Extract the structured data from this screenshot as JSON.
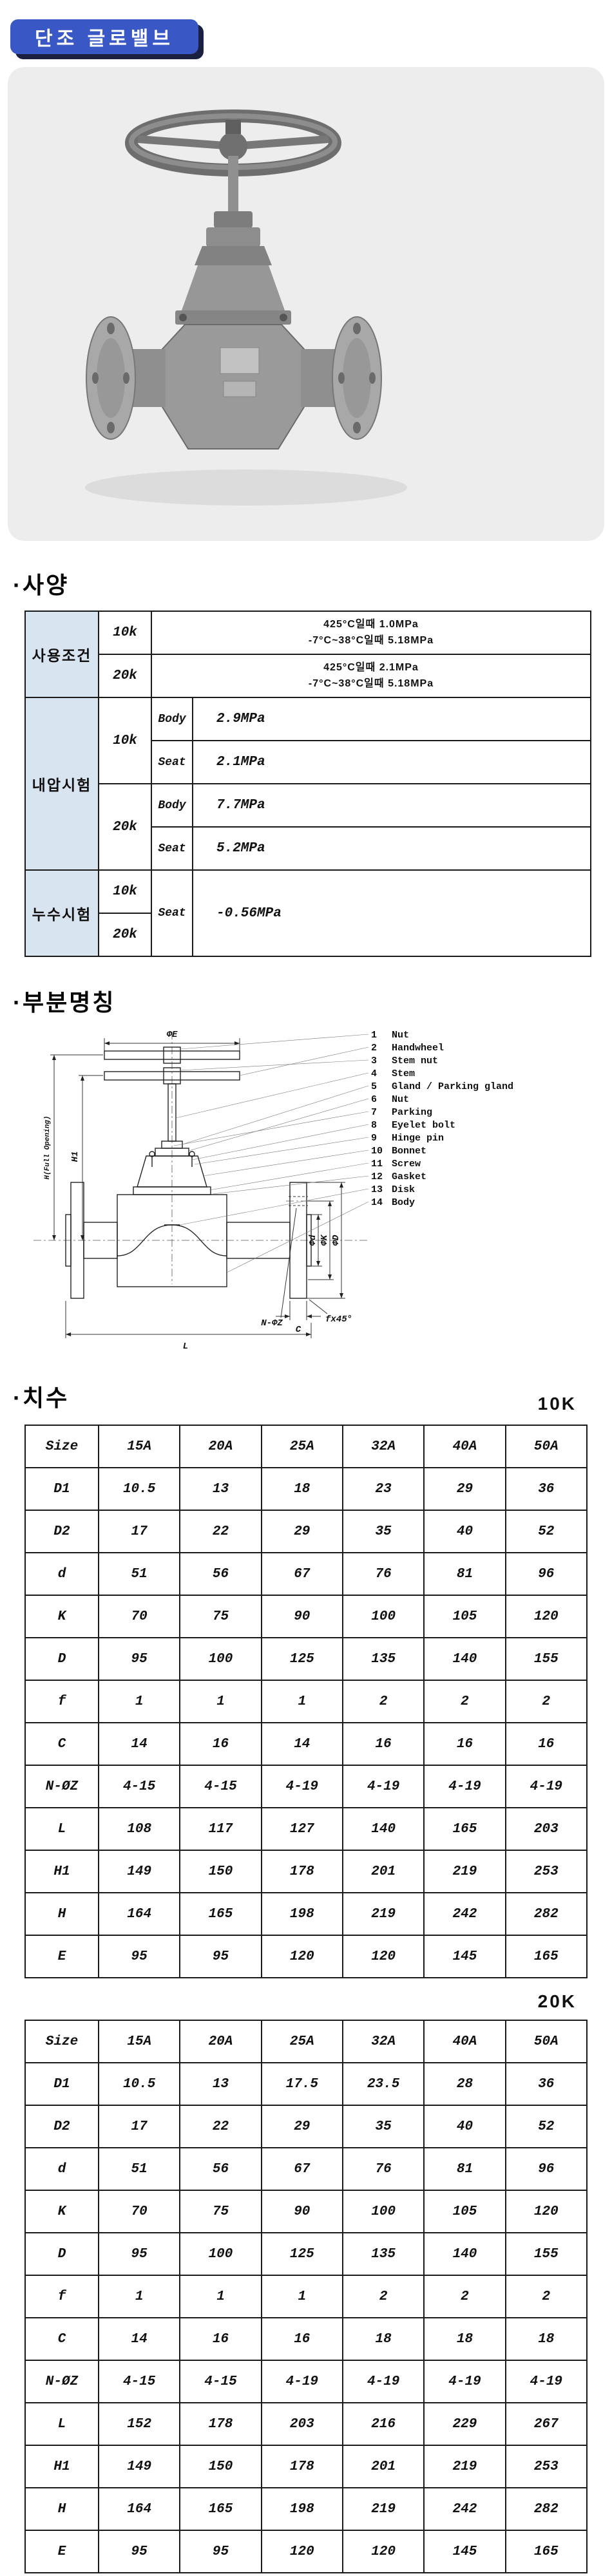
{
  "title": {
    "text": "단조 글로밸브"
  },
  "colors": {
    "title_bg": "#3a57c6",
    "title_shadow": "#1a2040",
    "panel_bg": "#ededed",
    "spec_label_bg": "#d9e4f1",
    "border": "#1a1a1a"
  },
  "spec": {
    "heading": "·사양",
    "table": {
      "operating": {
        "label": "사용조건",
        "rows": [
          {
            "cls": "10k",
            "line1": "425°C일때 1.0MPa",
            "line2": "-7°C~38°C일때 5.18MPa"
          },
          {
            "cls": "20k",
            "line1": "425°C일때 2.1MPa",
            "line2": "-7°C~38°C일때 5.18MPa"
          }
        ]
      },
      "pressure_test": {
        "label": "내압시험",
        "groups": [
          {
            "cls": "10k",
            "items": [
              {
                "part": "Body",
                "value": "2.9MPa"
              },
              {
                "part": "Seat",
                "value": "2.1MPa"
              }
            ]
          },
          {
            "cls": "20k",
            "items": [
              {
                "part": "Body",
                "value": "7.7MPa"
              },
              {
                "part": "Seat",
                "value": "5.2MPa"
              }
            ]
          }
        ]
      },
      "leak_test": {
        "label": "누수시험",
        "cls1": "10k",
        "cls2": "20k",
        "part": "Seat",
        "value": "-0.56MPa"
      }
    }
  },
  "parts": {
    "heading": "·부분명칭",
    "drawing_labels": {
      "phi_e": "ΦE",
      "h_full": "H(Full Opening)",
      "h1": "H1",
      "L": "L",
      "C": "C",
      "n_phi_z": "N-ΦZ",
      "chamfer": "fx45°",
      "phi_d": "Φd",
      "phi_k": "ΦK",
      "phi_D": "ΦD"
    },
    "list": [
      {
        "no": "1",
        "name": "Nut"
      },
      {
        "no": "2",
        "name": "Handwheel"
      },
      {
        "no": "3",
        "name": "Stem nut"
      },
      {
        "no": "4",
        "name": "Stem"
      },
      {
        "no": "5",
        "name": "Gland / Parking gland"
      },
      {
        "no": "6",
        "name": "Nut"
      },
      {
        "no": "7",
        "name": "Parking"
      },
      {
        "no": "8",
        "name": "Eyelet bolt"
      },
      {
        "no": "9",
        "name": "Hinge pin"
      },
      {
        "no": "10",
        "name": "Bonnet"
      },
      {
        "no": "11",
        "name": "Screw"
      },
      {
        "no": "12",
        "name": "Gasket"
      },
      {
        "no": "13",
        "name": "Disk"
      },
      {
        "no": "14",
        "name": "Body"
      }
    ]
  },
  "dims": {
    "heading": "·치수",
    "tables": [
      {
        "class_label": "10K",
        "columns": [
          "Size",
          "15A",
          "20A",
          "25A",
          "32A",
          "40A",
          "50A"
        ],
        "rows": [
          {
            "name": "D1",
            "values": [
              "10.5",
              "13",
              "18",
              "23",
              "29",
              "36"
            ]
          },
          {
            "name": "D2",
            "values": [
              "17",
              "22",
              "29",
              "35",
              "40",
              "52"
            ]
          },
          {
            "name": "d",
            "values": [
              "51",
              "56",
              "67",
              "76",
              "81",
              "96"
            ]
          },
          {
            "name": "K",
            "values": [
              "70",
              "75",
              "90",
              "100",
              "105",
              "120"
            ]
          },
          {
            "name": "D",
            "values": [
              "95",
              "100",
              "125",
              "135",
              "140",
              "155"
            ]
          },
          {
            "name": "f",
            "values": [
              "1",
              "1",
              "1",
              "2",
              "2",
              "2"
            ]
          },
          {
            "name": "C",
            "values": [
              "14",
              "16",
              "14",
              "16",
              "16",
              "16"
            ]
          },
          {
            "name": "N-ØZ",
            "values": [
              "4-15",
              "4-15",
              "4-19",
              "4-19",
              "4-19",
              "4-19"
            ]
          },
          {
            "name": "L",
            "values": [
              "108",
              "117",
              "127",
              "140",
              "165",
              "203"
            ]
          },
          {
            "name": "H1",
            "values": [
              "149",
              "150",
              "178",
              "201",
              "219",
              "253"
            ]
          },
          {
            "name": "H",
            "values": [
              "164",
              "165",
              "198",
              "219",
              "242",
              "282"
            ]
          },
          {
            "name": "E",
            "values": [
              "95",
              "95",
              "120",
              "120",
              "145",
              "165"
            ]
          }
        ]
      },
      {
        "class_label": "20K",
        "columns": [
          "Size",
          "15A",
          "20A",
          "25A",
          "32A",
          "40A",
          "50A"
        ],
        "rows": [
          {
            "name": "D1",
            "values": [
              "10.5",
              "13",
              "17.5",
              "23.5",
              "28",
              "36"
            ]
          },
          {
            "name": "D2",
            "values": [
              "17",
              "22",
              "29",
              "35",
              "40",
              "52"
            ]
          },
          {
            "name": "d",
            "values": [
              "51",
              "56",
              "67",
              "76",
              "81",
              "96"
            ]
          },
          {
            "name": "K",
            "values": [
              "70",
              "75",
              "90",
              "100",
              "105",
              "120"
            ]
          },
          {
            "name": "D",
            "values": [
              "95",
              "100",
              "125",
              "135",
              "140",
              "155"
            ]
          },
          {
            "name": "f",
            "values": [
              "1",
              "1",
              "1",
              "2",
              "2",
              "2"
            ]
          },
          {
            "name": "C",
            "values": [
              "14",
              "16",
              "16",
              "18",
              "18",
              "18"
            ]
          },
          {
            "name": "N-ØZ",
            "values": [
              "4-15",
              "4-15",
              "4-19",
              "4-19",
              "4-19",
              "4-19"
            ]
          },
          {
            "name": "L",
            "values": [
              "152",
              "178",
              "203",
              "216",
              "229",
              "267"
            ]
          },
          {
            "name": "H1",
            "values": [
              "149",
              "150",
              "178",
              "201",
              "219",
              "253"
            ]
          },
          {
            "name": "H",
            "values": [
              "164",
              "165",
              "198",
              "219",
              "242",
              "282"
            ]
          },
          {
            "name": "E",
            "values": [
              "95",
              "95",
              "120",
              "120",
              "145",
              "165"
            ]
          }
        ]
      }
    ]
  }
}
